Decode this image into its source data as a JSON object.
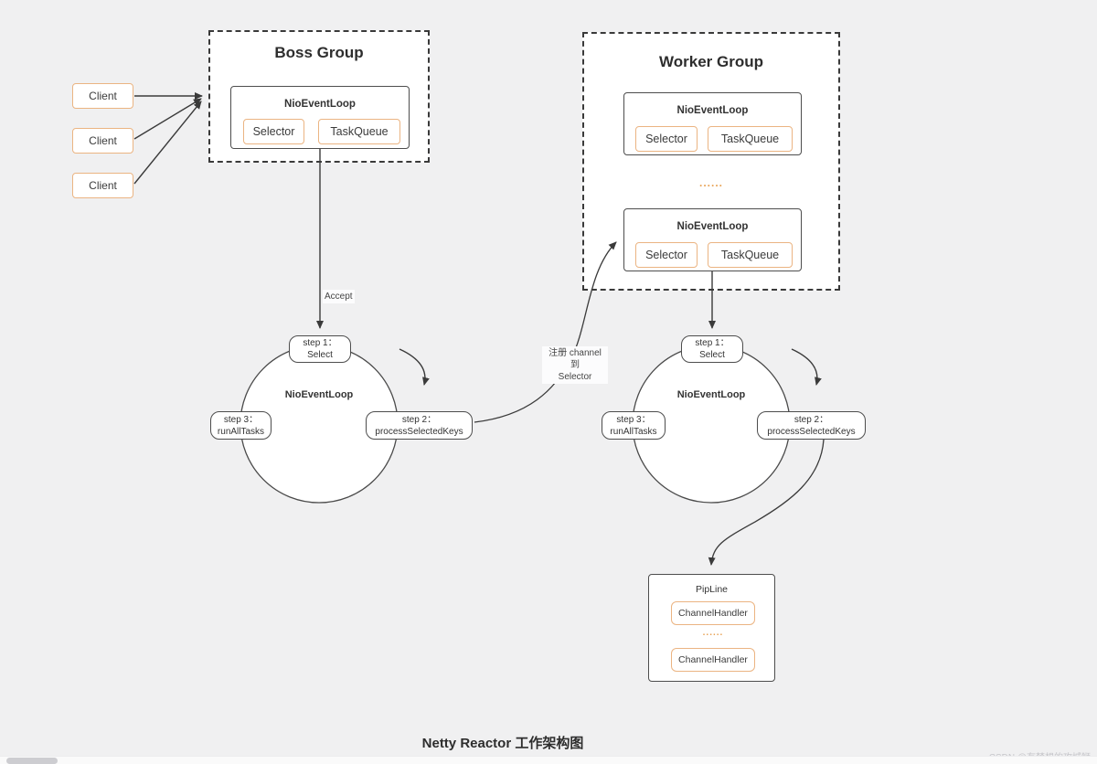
{
  "clients": {
    "items": [
      "Client",
      "Client",
      "Client"
    ]
  },
  "boss_group": {
    "title": "Boss Group",
    "event_loop": {
      "title": "NioEventLoop",
      "selector": "Selector",
      "task_queue": "TaskQueue"
    }
  },
  "worker_group": {
    "title": "Worker Group",
    "ellipsis": "......",
    "event_loops": [
      {
        "title": "NioEventLoop",
        "selector": "Selector",
        "task_queue": "TaskQueue"
      },
      {
        "title": "NioEventLoop",
        "selector": "Selector",
        "task_queue": "TaskQueue"
      }
    ]
  },
  "labels": {
    "accept": "Accept",
    "register": "注册 channel 到\nSelector"
  },
  "cycles": [
    {
      "title": "NioEventLoop",
      "step1": "step 1：\nSelect",
      "step2": "step 2：\nprocessSelectedKeys",
      "step3": "step 3：\nrunAllTasks"
    },
    {
      "title": "NioEventLoop",
      "step1": "step 1：\nSelect",
      "step2": "step 2：\nprocessSelectedKeys",
      "step3": "step 3：\nrunAllTasks"
    }
  ],
  "pipeline": {
    "title": "PipLine",
    "ellipsis": "......",
    "handlers": [
      "ChannelHandler",
      "ChannelHandler"
    ]
  },
  "footer": {
    "title": "Netty Reactor 工作架构图",
    "watermark": "CSDN @有梦想的攻城狮"
  },
  "colors": {
    "accent_orange": "#EBB482",
    "line_dark": "#3A3A3A",
    "background": "#F0F0F1"
  }
}
